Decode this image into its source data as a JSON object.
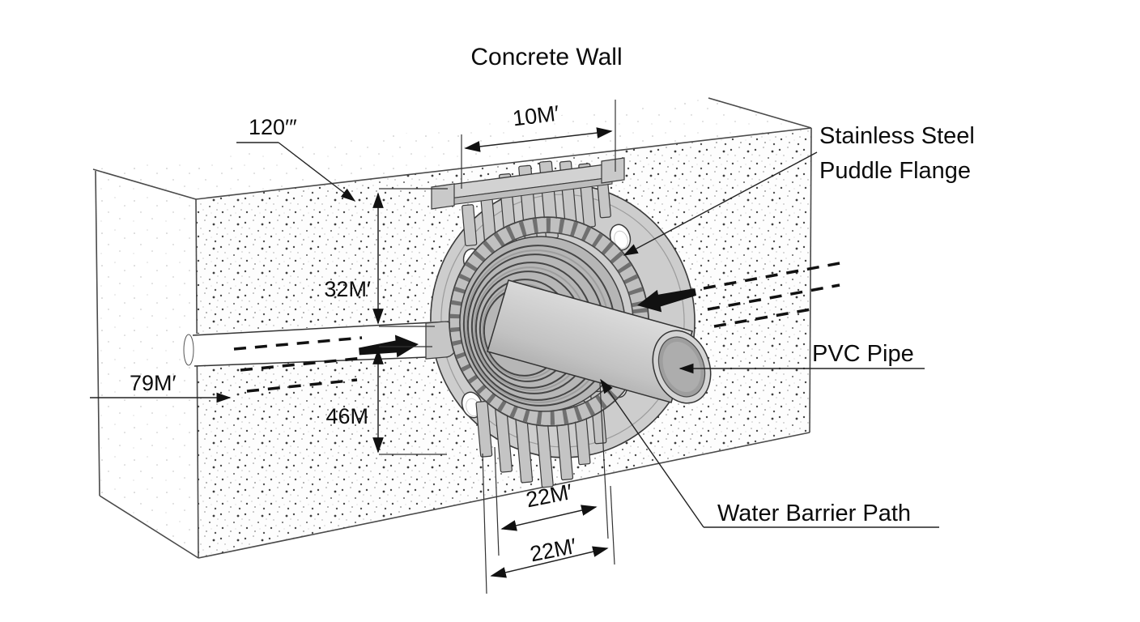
{
  "diagram": {
    "title": "Concrete Wall",
    "parts": {
      "flange_label_line1": "Stainless Steel",
      "flange_label_line2": "Puddle Flange",
      "pvc_pipe_label": "PVC Pipe",
      "water_barrier_label": "Water Barrier Path"
    },
    "dimensions": {
      "wall_thickness": "120′″",
      "flange_top_width": "10M′",
      "upper_offset": "32M′",
      "lower_offset": "46M",
      "entry_depth": "79M′",
      "collar_width_inner": "22M′",
      "collar_width_outer": "22M′"
    },
    "colors": {
      "line": "#2a2a2a",
      "metal_light": "#d4d4d4",
      "metal": "#c6c6c6",
      "metal_dark": "#9e9e9e",
      "background": "#ffffff",
      "flow_arrow": "#111111"
    }
  }
}
